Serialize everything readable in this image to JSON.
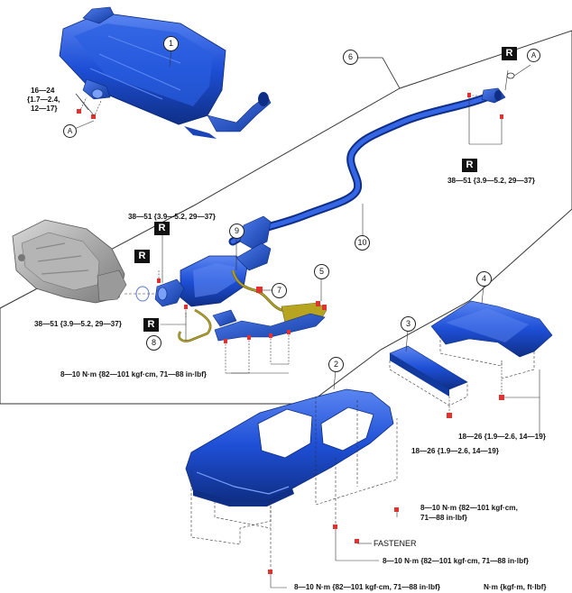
{
  "callouts": {
    "c1": "1",
    "c2": "2",
    "c3": "3",
    "c4": "4",
    "c5": "5",
    "c6": "6",
    "c7": "7",
    "c8": "8",
    "c9": "9",
    "c10": "10"
  },
  "marks": {
    "r": "R",
    "a": "A"
  },
  "torque": {
    "muffler_l1": "16—24",
    "muffler_l2": "{1.7—2.4,",
    "muffler_l3": "12—17}",
    "front_pipe_flange": "38—51 {3.9—5.2, 29—37}",
    "cat_upper": "38—51 {3.9—5.2, 29—37}",
    "cat_lower": "38—51 {3.9—5.2, 29—37}",
    "brackets": "8—10 N·m {82—101 kgf·cm, 71—88 in·lbf}",
    "member3": "18—26 {1.9—2.6, 14—19}",
    "member4": "18—26 {1.9—2.6, 14—19}",
    "underguard_right_l1": "8—10 N·m {82—101 kgf·cm,",
    "underguard_right_l2": "71—88 in·lbf}",
    "underguard_mid": "8—10 N·m {82—101 kgf·cm, 71—88 in·lbf}",
    "underguard_bottom": "8—10 N·m {82—101 kgf·cm, 71—88 in·lbf}"
  },
  "fastener_label": "FASTENER",
  "unit_legend": "N·m {kgf·m, ft·lbf}",
  "colors": {
    "part": "#1e4fd6",
    "part_dark": "#123a9e",
    "part_light": "#4f7df0",
    "fastener": "#e0322e",
    "sensor": "#b7a420"
  }
}
